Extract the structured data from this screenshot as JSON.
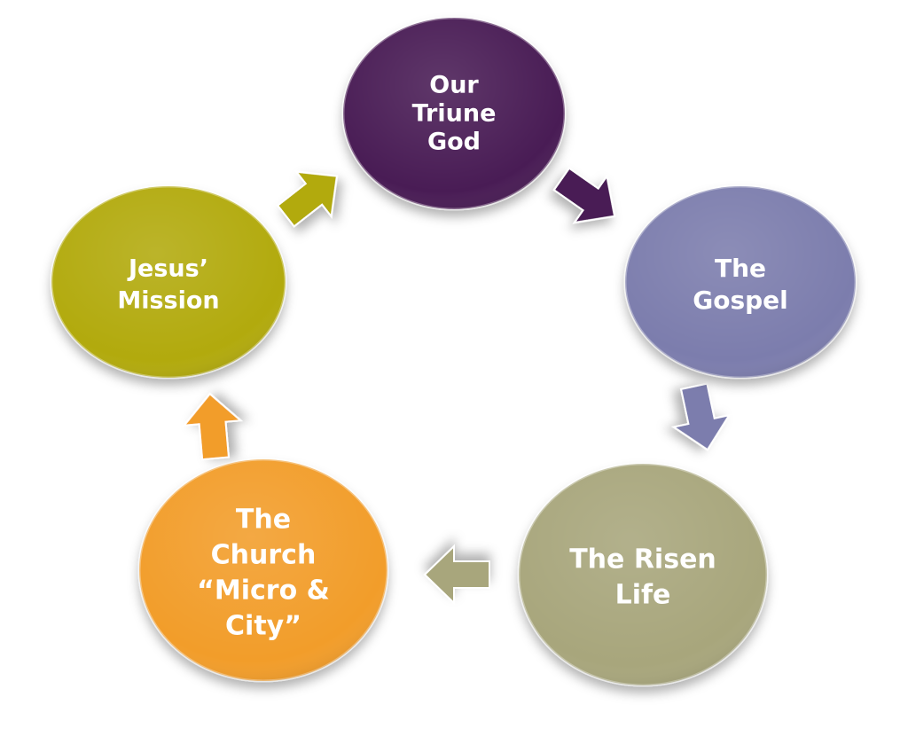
{
  "nodes": [
    {
      "id": "triune-god",
      "lines": [
        "Our",
        "Triune",
        "God"
      ],
      "color": "#4a1b55"
    },
    {
      "id": "gospel",
      "lines": [
        "The",
        "Gospel"
      ],
      "color": "#7c7dad"
    },
    {
      "id": "risen-life",
      "lines": [
        "The Risen",
        "Life"
      ],
      "color": "#a8a67c"
    },
    {
      "id": "church",
      "lines": [
        "The",
        "Church",
        "“Micro &",
        "City”"
      ],
      "color": "#f29d2c"
    },
    {
      "id": "jesus-mission",
      "lines": [
        "Jesus’",
        "Mission"
      ],
      "color": "#b2aa08"
    }
  ],
  "arrows": [
    {
      "from": "triune-god",
      "to": "gospel",
      "color": "#4a1b55"
    },
    {
      "from": "gospel",
      "to": "risen-life",
      "color": "#7c7dad"
    },
    {
      "from": "risen-life",
      "to": "church",
      "color": "#a8a67c"
    },
    {
      "from": "church",
      "to": "jesus-mission",
      "color": "#f29d2c"
    },
    {
      "from": "jesus-mission",
      "to": "triune-god",
      "color": "#b2aa08"
    }
  ]
}
